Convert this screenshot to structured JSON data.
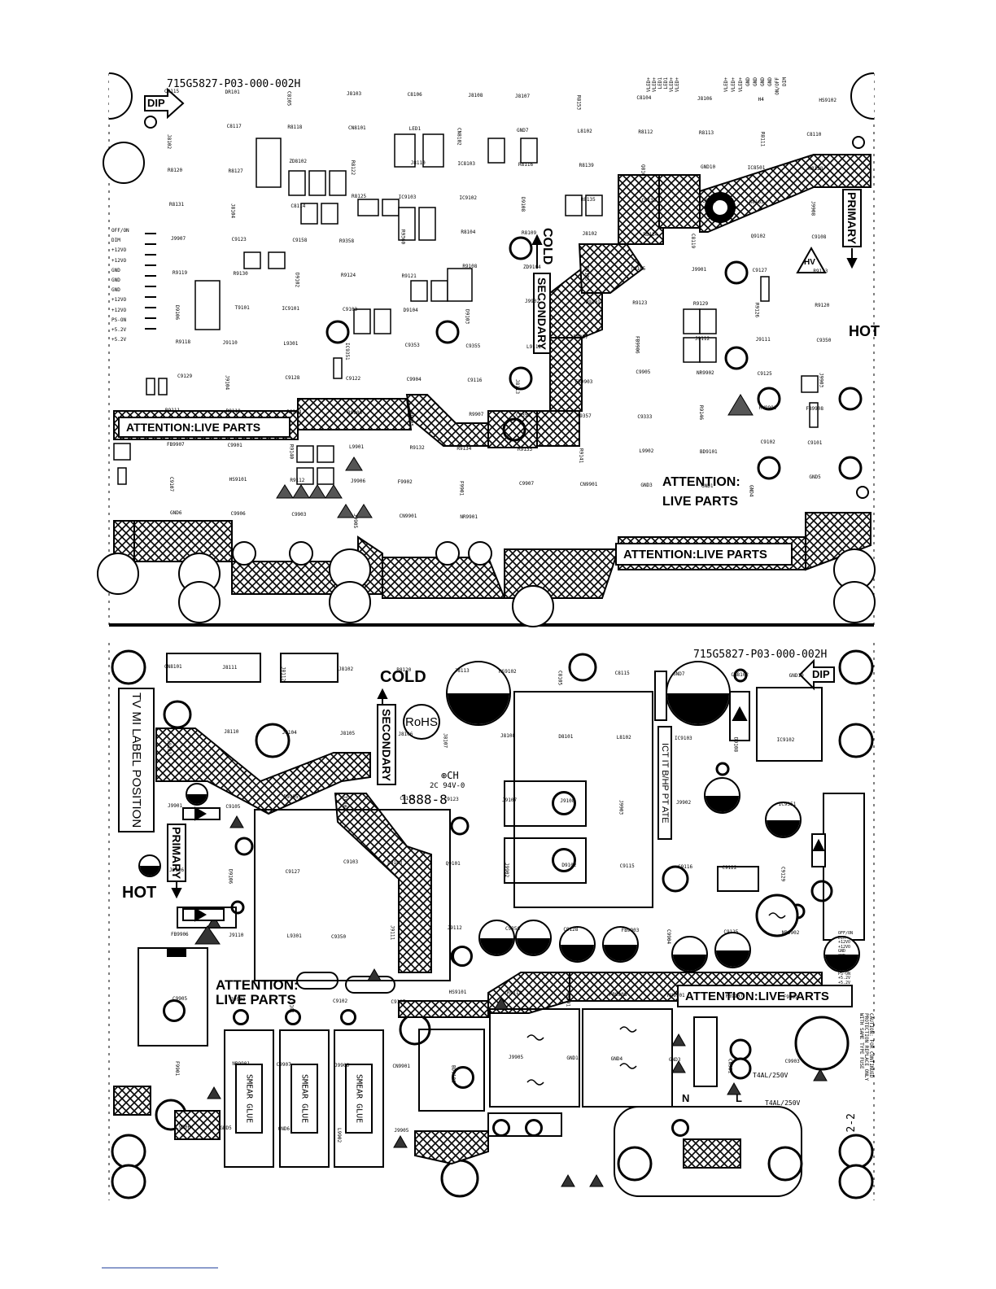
{
  "top_board": {
    "part_number": "715G5827-P03-000-002H",
    "dip": "DIP",
    "cold": "COLD",
    "secondary": "SECONDARY",
    "primary": "PRIMARY",
    "hot": "HOT",
    "hv": "HV",
    "attention_left": "ATTENTION:LIVE PARTS",
    "attention_mid_1": "ATTENTION:",
    "attention_mid_2": "LIVE PARTS",
    "attention_bottom": "ATTENTION:LIVE PARTS",
    "pin_labels": [
      "OFF/ON",
      "DIM",
      "+12VO",
      "+12VO",
      "GND",
      "GND",
      "GND",
      "+12VO",
      "+12VO",
      "PS-ON",
      "+5.2V",
      "+5.2V"
    ],
    "connector_top_labels": [
      "VLED+",
      "VLED+",
      "LED1",
      "LED1",
      "VLED+",
      "VLED+"
    ],
    "connector_right_labels": [
      "VLED+",
      "VLED+",
      "VLED+",
      "GND",
      "GND",
      "GND",
      "GND",
      "ON/OFF",
      "DIM"
    ],
    "refs": [
      "C8115",
      "DR101",
      "C8105",
      "J8103",
      "C8106",
      "J8108",
      "J8107",
      "R8153",
      "C8104",
      "J8106",
      "H4",
      "HS9102",
      "J8102",
      "C8117",
      "R8118",
      "CN8101",
      "LED1",
      "CN8102",
      "GND7",
      "L8102",
      "R8112",
      "R8113",
      "R8111",
      "C8110",
      "R8120",
      "R8127",
      "ZD8102",
      "R8122",
      "J8110",
      "IC8103",
      "R8116",
      "R8139",
      "Q8101",
      "GND10",
      "IC8501",
      "R8128",
      "R8131",
      "J8104",
      "C8114",
      "R8125",
      "IC9103",
      "IC9102",
      "D9108",
      "R8135",
      "C9133",
      "C8107",
      "R8163",
      "J9908",
      "J9907",
      "C9123",
      "C9158",
      "R9358",
      "R9360",
      "R8104",
      "R8109",
      "J8102",
      "R8134",
      "C8119",
      "Q9102",
      "C9108",
      "R9119",
      "R9130",
      "D9102",
      "R9124",
      "R9121",
      "R9108",
      "ZD9104",
      "D9105",
      "C9105",
      "J9901",
      "C9127",
      "R9113",
      "D9106",
      "T9101",
      "IC9101",
      "C9103",
      "D9104",
      "D9103",
      "J9902",
      "D9101",
      "R9123",
      "R9129",
      "R9126",
      "R9120",
      "R9118",
      "J9110",
      "L9301",
      "IC9351",
      "C9353",
      "C9355",
      "L9112",
      "R9357",
      "FB9906",
      "J9112",
      "J9111",
      "C9350",
      "C9129",
      "J9104",
      "C9128",
      "C9122",
      "C9904",
      "C9116",
      "J8113",
      "FB9903",
      "C9905",
      "NR9902",
      "C9125",
      "J9903",
      "R9111",
      "R9110",
      "R9904",
      "R9906",
      "R9905",
      "R9907",
      "C9356",
      "C9357",
      "C9333",
      "R9146",
      "RV9901",
      "FB9908",
      "FB9907",
      "C9901",
      "R9140",
      "L9901",
      "R9132",
      "R9134",
      "R9133",
      "R9141",
      "L9902",
      "BD9101",
      "C9102",
      "C9101",
      "C9107",
      "HS9101",
      "R9112",
      "J9906",
      "F9902",
      "F9901",
      "C9907",
      "CN9901",
      "GND3",
      "GND1",
      "GND4",
      "GND5",
      "GND6",
      "C9906",
      "C9903",
      "J9905",
      "CN9901",
      "NR9901"
    ]
  },
  "bottom_board": {
    "part_number": "715G5827-P03-000-002H",
    "dip": "DIP",
    "cold": "COLD",
    "secondary": "SECONDARY",
    "rohs": "RoHS",
    "tv_label": "TV MI LABEL POSITION",
    "primary": "PRIMARY",
    "hot": "HOT",
    "ul_mark": "CH",
    "ul_text": "2C  94V-0",
    "datecode": "1888-8",
    "ict_text": "ICT IT B/HP PT ATE",
    "attention_left_1": "ATTENTION:",
    "attention_left_2": "LIVE PARTS",
    "attention_right": "ATTENTION:LIVE PARTS",
    "smear_glue": "SMEAR GLUE",
    "fuse_rating_1": "T4AL/250V",
    "fuse_rating_2": "T4AL/250V",
    "neutral": "N",
    "line": "L",
    "page": "2-2",
    "caution_text": "CAUTION: FOR CONTINUED PROTECTION REPLACE ONLY WITH SAME TYPE FUSE",
    "pin_labels": [
      "OFF/ON",
      "DIM",
      "+12VO",
      "+12VO",
      "GND",
      "GND",
      "GND",
      "+12VO",
      "+12VO",
      "PS-ON",
      "+5.2V",
      "+5.2V"
    ],
    "refs": [
      "CN8101",
      "J8111",
      "J8112",
      "J8102",
      "R8120",
      "J8113",
      "HS9102",
      "C8105",
      "C8115",
      "GND7",
      "CN8102",
      "GND10",
      "J8101",
      "J8110",
      "J8104",
      "J8105",
      "J8106",
      "J8107",
      "J8108",
      "D8101",
      "L8102",
      "IC9103",
      "D9108",
      "IC9102",
      "J9901",
      "C9105",
      "D9105",
      "T9101",
      "C8112",
      "C9123",
      "J9107",
      "J9108",
      "J9903",
      "J9902",
      "L9902",
      "IC9351",
      "J9906",
      "D9106",
      "C9127",
      "C9103",
      "D9103",
      "Q9101",
      "J9902",
      "D9102",
      "C9115",
      "C9116",
      "C9122",
      "C9129",
      "FB9906",
      "J9110",
      "L9301",
      "C9350",
      "J9111",
      "J9112",
      "C9356",
      "C9128",
      "FB9903",
      "C9904",
      "C9125",
      "NR9902",
      "C9905",
      "J9903",
      "C9101",
      "C9102",
      "C9107",
      "HS9101",
      "R9112",
      "C9901",
      "FB9908",
      "RV9901",
      "FB9907",
      "F9902",
      "F9901",
      "NR9901",
      "C9907",
      "J9906",
      "CN9901",
      "BD9101",
      "J9905",
      "GND1",
      "GND4",
      "GND3",
      "CN901",
      "C9903",
      "C9906",
      "GND5",
      "GND6",
      "L9902",
      "J9905"
    ]
  }
}
